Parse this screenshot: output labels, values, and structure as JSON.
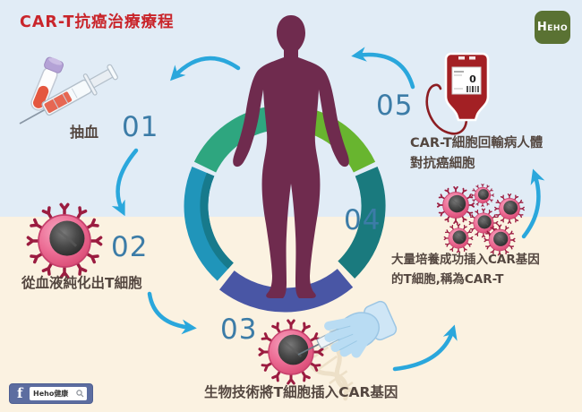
{
  "title": "CAR-T抗癌治療療程",
  "logo": {
    "text": "Heho"
  },
  "steps": [
    {
      "number": "01",
      "lines": [
        "抽血"
      ]
    },
    {
      "number": "02",
      "lines": [
        "從血液純化出T細胞"
      ]
    },
    {
      "number": "03",
      "lines": [
        "生物技術將T細胞插入CAR基因"
      ]
    },
    {
      "number": "04",
      "lines": [
        "大量培養成功插入CAR基因",
        "的T細胞,稱為CAR-T"
      ]
    },
    {
      "number": "05",
      "lines": [
        "CAR-T細胞回輸病人體",
        "對抗癌細胞"
      ]
    }
  ],
  "icons": {
    "step1": "syringe-and-blood-tube",
    "step2": "t-cell",
    "step3": "gloved-hand-injecting-t-cell",
    "step4": "t-cell-cluster",
    "step5": "blood-bag"
  },
  "blood_bag": {
    "type_label": "0"
  },
  "footer": {
    "facebook_glyph": "f",
    "page_name": "Heho健康"
  },
  "colors": {
    "background_top": "#e1ecf6",
    "background_bottom": "#fbf2e1",
    "title_red": "#c9252b",
    "step_number_blue": "#3c7ca7",
    "label_brown": "#544740",
    "arrow_blue": "#2aa7dc",
    "ring_light_green": "#68b52f",
    "ring_dark_teal": "#1a7a7e",
    "ring_indigo": "#4956a5",
    "ring_cyan": "#2095ba",
    "ring_green_teal": "#2ea67f",
    "body_maroon": "#6f2b4e",
    "heho_green": "#5a7233",
    "facebook_blue": "#5c6da0"
  }
}
